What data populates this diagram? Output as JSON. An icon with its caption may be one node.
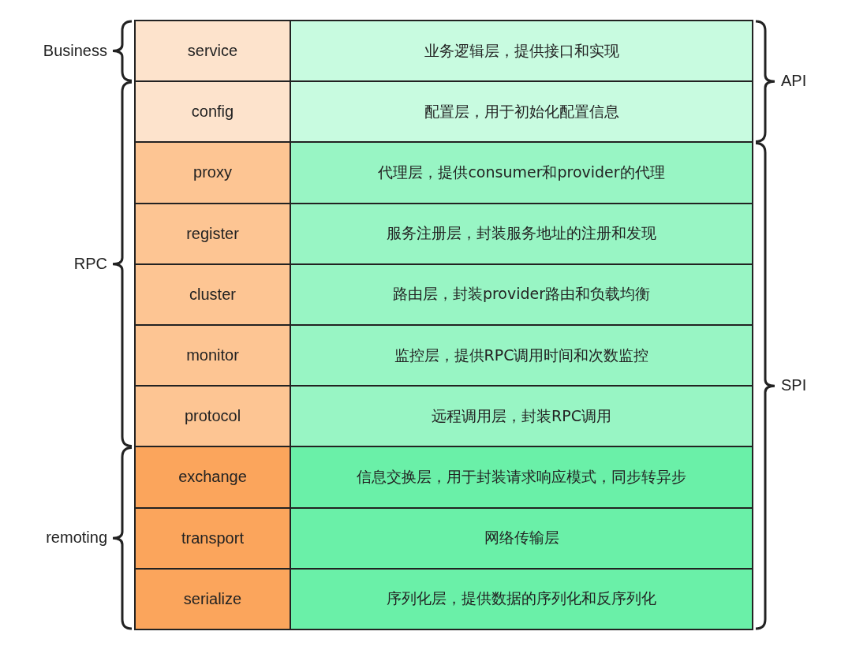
{
  "diagram": {
    "nodes": [
      {
        "text": [
          "service",
          "业务逻辑层，提供接口和实现"
        ]
      },
      {
        "text": [
          "config",
          "配置层，用于初始化配置信息"
        ]
      },
      {
        "text": [
          "proxy",
          "代理层，提供consumer和provider的代理"
        ]
      },
      {
        "text": [
          "register",
          "服务注册层，封装服务地址的注册和发现"
        ]
      },
      {
        "text": [
          "cluster",
          "路由层，封装provider路由和负载均衡"
        ]
      },
      {
        "text": [
          "monitor",
          "监控层，提供RPC调用时间和次数监控"
        ]
      },
      {
        "text": [
          "protocol",
          "远程调用层，封装RPC调用"
        ]
      },
      {
        "text": [
          "exchange",
          "信息交换层，用于封装请求响应模式，同步转异步"
        ]
      },
      {
        "text": [
          "transport",
          "网络传输层"
        ]
      },
      {
        "text": [
          "serialize",
          "序列化层，提供数据的序列化和反序列化"
        ]
      }
    ],
    "labels": [
      "Business",
      "API",
      "RPC",
      "SPI",
      "remoting"
    ]
  }
}
